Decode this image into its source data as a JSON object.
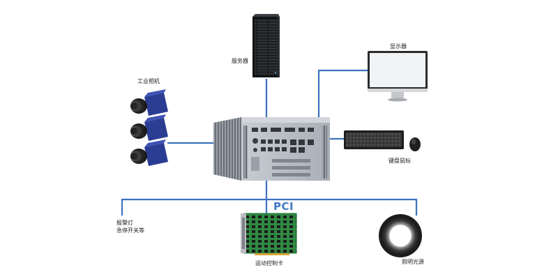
{
  "labels": {
    "server": "服务器",
    "monitor": "显示器",
    "cameras": "工业相机",
    "keyboard_mouse": "键盘鼠标",
    "alarm_line1": "报警灯",
    "alarm_line2": "急停开关等",
    "motion_card": "运动控制卡",
    "lighting": "照明光源",
    "bus": "PCI"
  },
  "colors": {
    "connector": "#3c72c0",
    "camera_body": "#2b3c93",
    "chassis": "#b7bcc3",
    "pcb": "#2f8a42"
  },
  "icons": [
    "server-rack-icon",
    "monitor-icon",
    "industrial-camera-icon",
    "industrial-pc-icon",
    "keyboard-icon",
    "mouse-icon",
    "motion-control-card-icon",
    "ring-light-icon"
  ]
}
